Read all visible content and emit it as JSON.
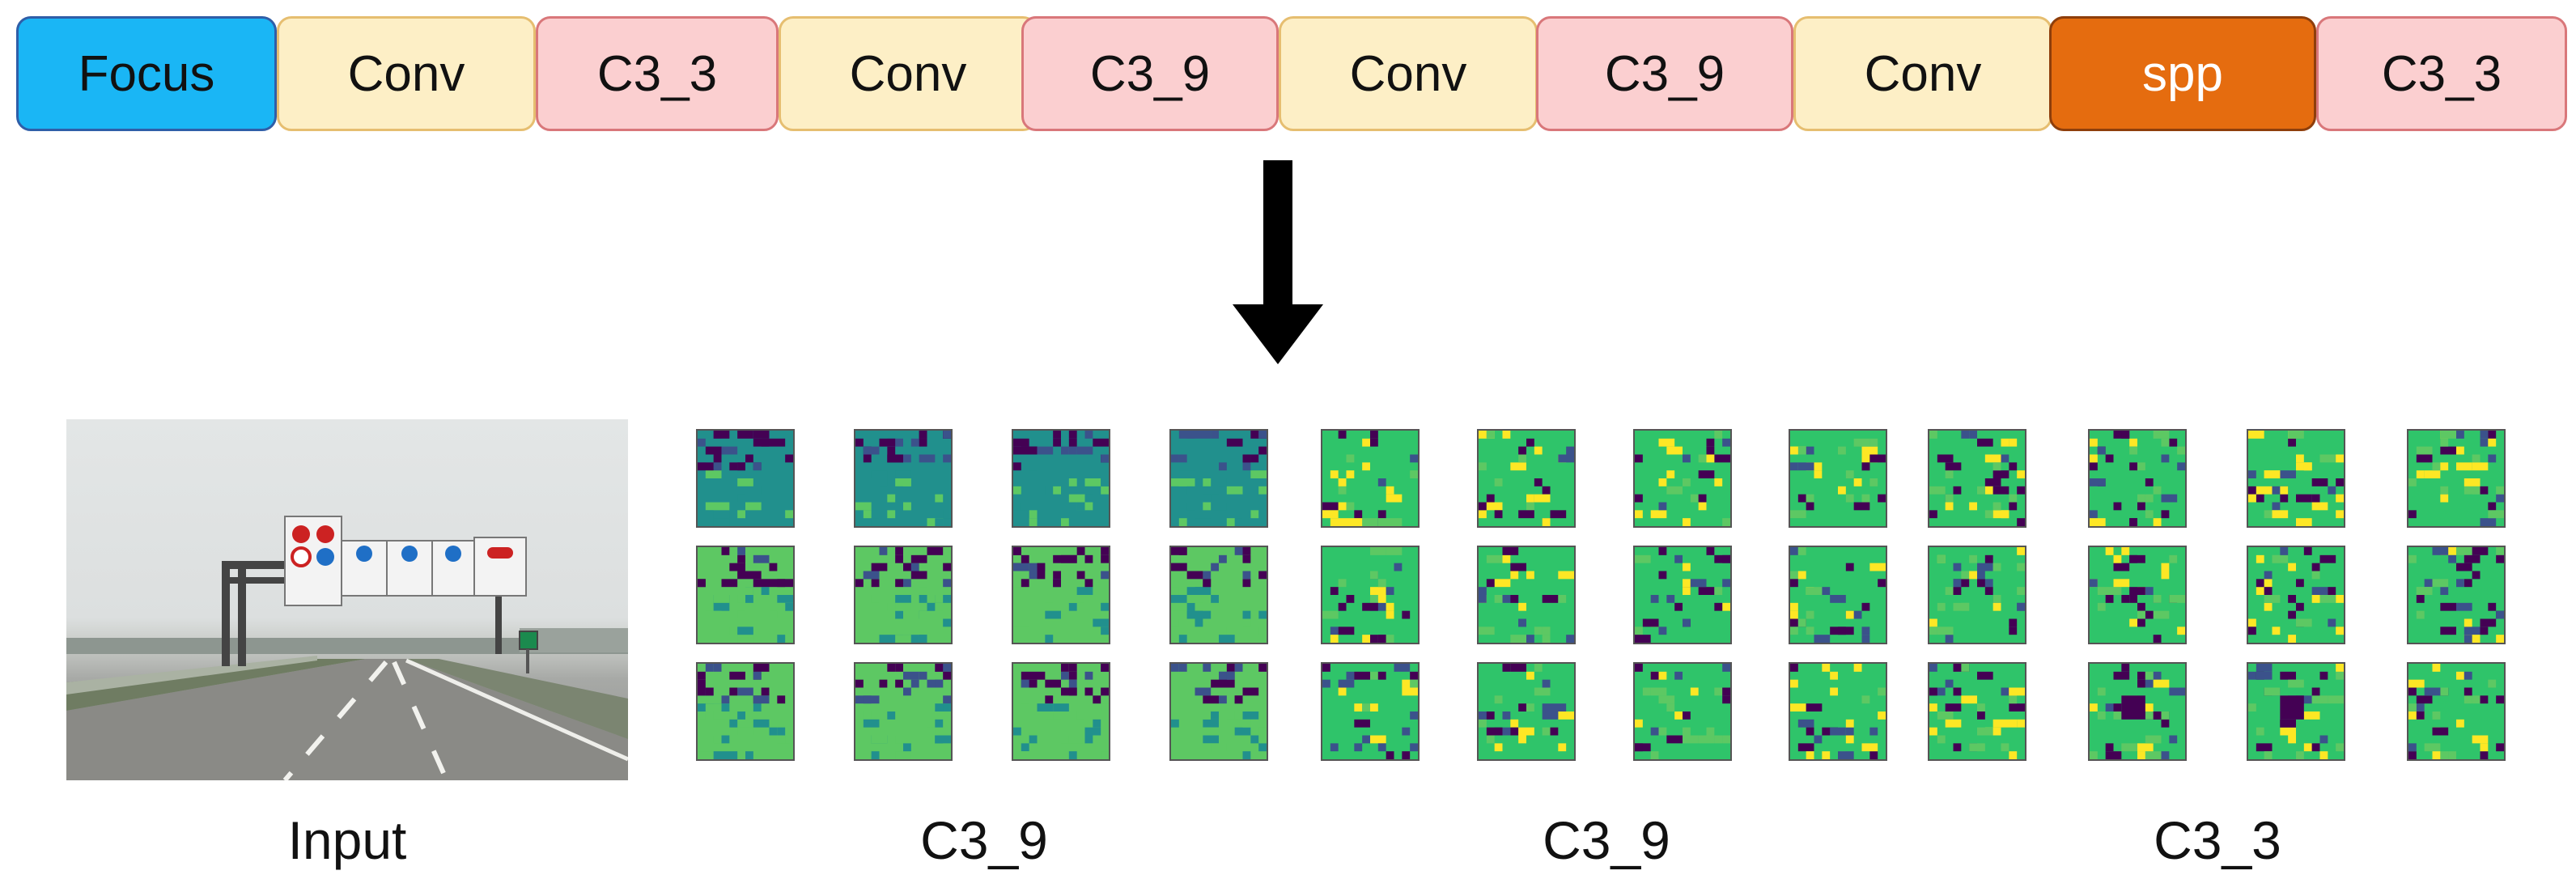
{
  "pipeline": {
    "blocks": [
      {
        "label": "Focus",
        "type": "focus"
      },
      {
        "label": "Conv",
        "type": "conv"
      },
      {
        "label": "C3_3",
        "type": "c3"
      },
      {
        "label": "Conv",
        "type": "conv"
      },
      {
        "label": "C3_9",
        "type": "c3"
      },
      {
        "label": "Conv",
        "type": "conv"
      },
      {
        "label": "C3_9",
        "type": "c3"
      },
      {
        "label": "Conv",
        "type": "conv"
      },
      {
        "label": "spp",
        "type": "spp"
      },
      {
        "label": "C3_3",
        "type": "c3"
      }
    ]
  },
  "captions": {
    "input": "Input",
    "group1": "C3_9",
    "group2": "C3_9",
    "group3": "C3_3"
  },
  "colors": {
    "focus": "#1ab6f5",
    "conv": "#fdefc6",
    "c3": "#fbcfd0",
    "spp": "#e56c0f",
    "viridis": [
      "#440154",
      "#3b528b",
      "#21908d",
      "#5dc863",
      "#2fc46a",
      "#fde725"
    ]
  }
}
